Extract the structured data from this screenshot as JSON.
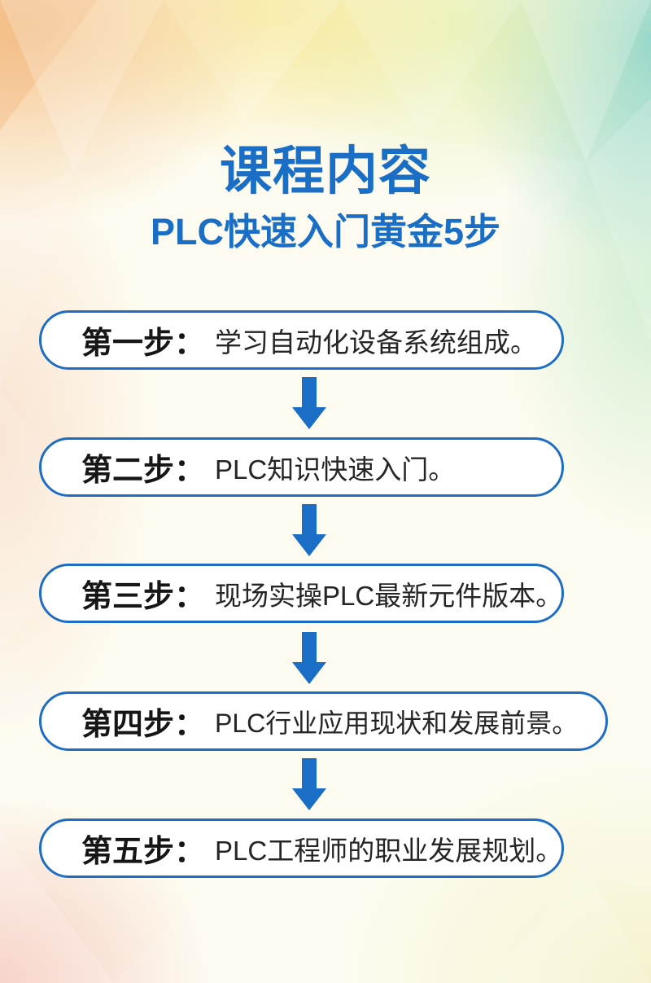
{
  "header": {
    "title": "课程内容",
    "subtitle": "PLC快速入门黄金5步"
  },
  "steps": [
    {
      "label": "第一步：",
      "text": "学习自动化设备系统组成。"
    },
    {
      "label": "第二步：",
      "text": "PLC知识快速入门。"
    },
    {
      "label": "第三步：",
      "text": "现场实操PLC最新元件版本。"
    },
    {
      "label": "第四步：",
      "text": "PLC行业应用现状和发展前景。"
    },
    {
      "label": "第五步：",
      "text": "PLC工程师的职业发展规划。"
    }
  ],
  "icons": {
    "step_connector": "arrow-down-icon"
  },
  "colors": {
    "accent": "#1a6ec6",
    "box_border": "#1e6dc4",
    "box_fill": "#ffffff",
    "text": "#161616"
  }
}
